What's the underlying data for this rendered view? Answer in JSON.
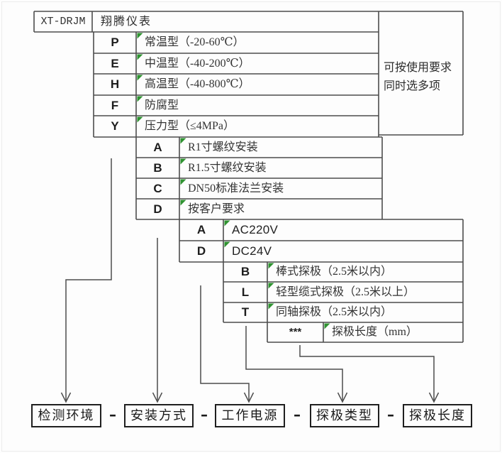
{
  "header": {
    "model": "XT-DRJM",
    "brand": "翔腾仪表"
  },
  "side_note": {
    "line1": "可按使用要求",
    "line2": "同时选多项"
  },
  "levels": [
    {
      "rows": [
        {
          "code": "P",
          "desc": "常温型（-20-60℃）"
        },
        {
          "code": "E",
          "desc": "中温型（-40-200℃）"
        },
        {
          "code": "H",
          "desc": "高温型（-40-800℃）"
        },
        {
          "code": "F",
          "desc": "防腐型"
        },
        {
          "code": "Y",
          "desc": "压力型（≤4MPa）"
        }
      ]
    },
    {
      "rows": [
        {
          "code": "A",
          "desc": "R1寸螺纹安装"
        },
        {
          "code": "B",
          "desc": "R1.5寸螺纹安装"
        },
        {
          "code": "C",
          "desc": "DN50标准法兰安装"
        },
        {
          "code": "D",
          "desc": "按客户要求"
        }
      ]
    },
    {
      "rows": [
        {
          "code": "A",
          "desc": "AC220V"
        },
        {
          "code": "D",
          "desc": "DC24V"
        }
      ]
    },
    {
      "rows": [
        {
          "code": "B",
          "desc": "棒式探极（2.5米以内）"
        },
        {
          "code": "L",
          "desc": "轻型缆式探极（2.5米以上）"
        },
        {
          "code": "T",
          "desc": "同轴探极（2.5米以内）"
        }
      ]
    },
    {
      "rows": [
        {
          "code": "***",
          "desc": "探极长度（mm）"
        }
      ]
    }
  ],
  "bottom": {
    "separator": "–",
    "labels": [
      "检测环境",
      "安装方式",
      "工作电源",
      "探极类型",
      "探极长度"
    ]
  },
  "colors": {
    "border": "#4d4d4d",
    "arrow": "#4d4d4d",
    "marker_green": "#2f9331"
  }
}
